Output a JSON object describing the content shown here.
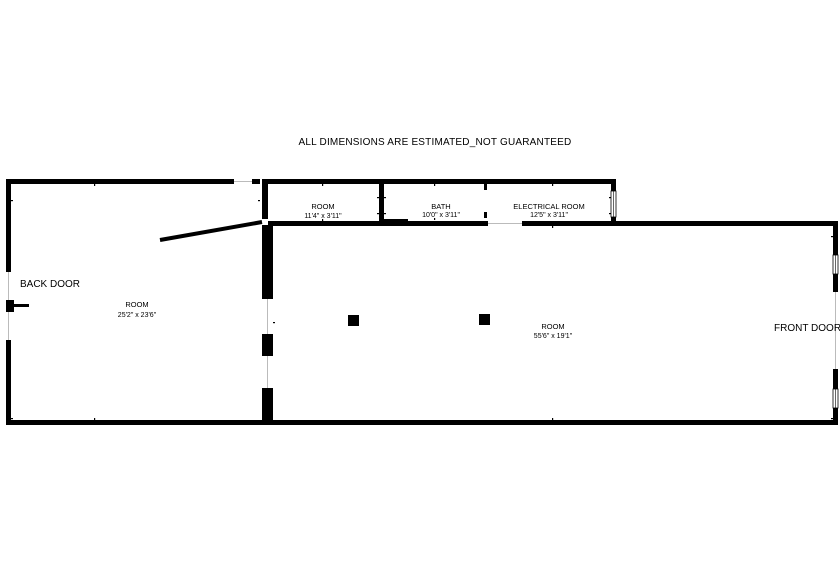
{
  "notice": "ALL DIMENSIONS ARE ESTIMATED_NOT GUARANTEED",
  "rooms": [
    {
      "key": "back-room",
      "name": "ROOM",
      "dims": "25'2\" x 23'6\""
    },
    {
      "key": "small-room",
      "name": "ROOM",
      "dims": "11'4\" x 3'11\""
    },
    {
      "key": "bath",
      "name": "BATH",
      "dims": "10'0\" x 3'11\""
    },
    {
      "key": "electrical-room",
      "name": "ELECTRICAL ROOM",
      "dims": "12'5\" x 3'11\""
    },
    {
      "key": "main-room",
      "name": "ROOM",
      "dims": "55'6\" x 19'1\""
    }
  ],
  "doors": {
    "back": "BACK DOOR",
    "front": "FRONT DOOR"
  }
}
